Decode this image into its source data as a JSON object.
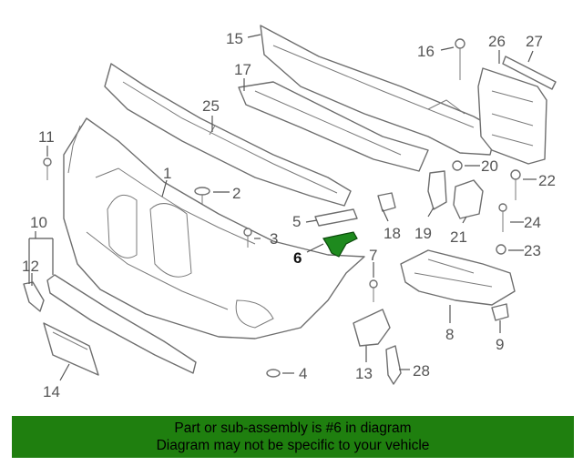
{
  "callouts": [
    "1",
    "2",
    "3",
    "4",
    "5",
    "6",
    "7",
    "8",
    "9",
    "10",
    "11",
    "12",
    "13",
    "14",
    "15",
    "16",
    "17",
    "18",
    "19",
    "20",
    "21",
    "22",
    "23",
    "24",
    "25",
    "26",
    "27",
    "28"
  ],
  "highlighted_part": "6",
  "colors": {
    "highlight": "#1e8a1e",
    "banner": "#1f7f0f",
    "line": "#6e6e6e"
  },
  "banner": {
    "line1": "Part or sub-assembly is #6 in diagram",
    "line2": "Diagram may not be specific to your vehicle"
  }
}
